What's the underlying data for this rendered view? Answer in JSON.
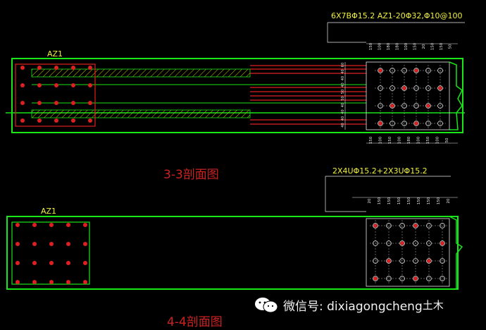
{
  "colors": {
    "background": "#000000",
    "outline": "#19e619",
    "rebar": "#e02020",
    "hatch": "#c8c800",
    "dimension": "#e8e8e8",
    "title": "#cc2222",
    "note": "#f0f040"
  },
  "section_3_3": {
    "title": "3-3剖面图",
    "label": "AZ1",
    "note": "6X7BΦ15.2  AZ1-20Φ32,Φ10@100",
    "dims_top": [
      "150",
      "100",
      "180",
      "180",
      "100",
      "150",
      "20",
      "150",
      "150",
      "50"
    ],
    "dims_bottom": [
      "150",
      "100",
      "150",
      "100",
      "180",
      "100",
      "150",
      "100",
      "50"
    ],
    "dims_side": [
      "60",
      "40",
      "40",
      "40",
      "50",
      "50",
      "40",
      "40",
      "40",
      "40"
    ]
  },
  "section_4_4": {
    "title": "4-4剖面图",
    "label": "AZ1",
    "note": "2X4UΦ15.2+2X3UΦ15.2",
    "dims_top": [
      "20",
      "150",
      "150",
      "150",
      "150",
      "150",
      "150",
      "150",
      "20"
    ]
  },
  "watermark": {
    "text": "微信号: dixiagongcheng",
    "icon": "wechat-icon",
    "stamp": "土木"
  }
}
